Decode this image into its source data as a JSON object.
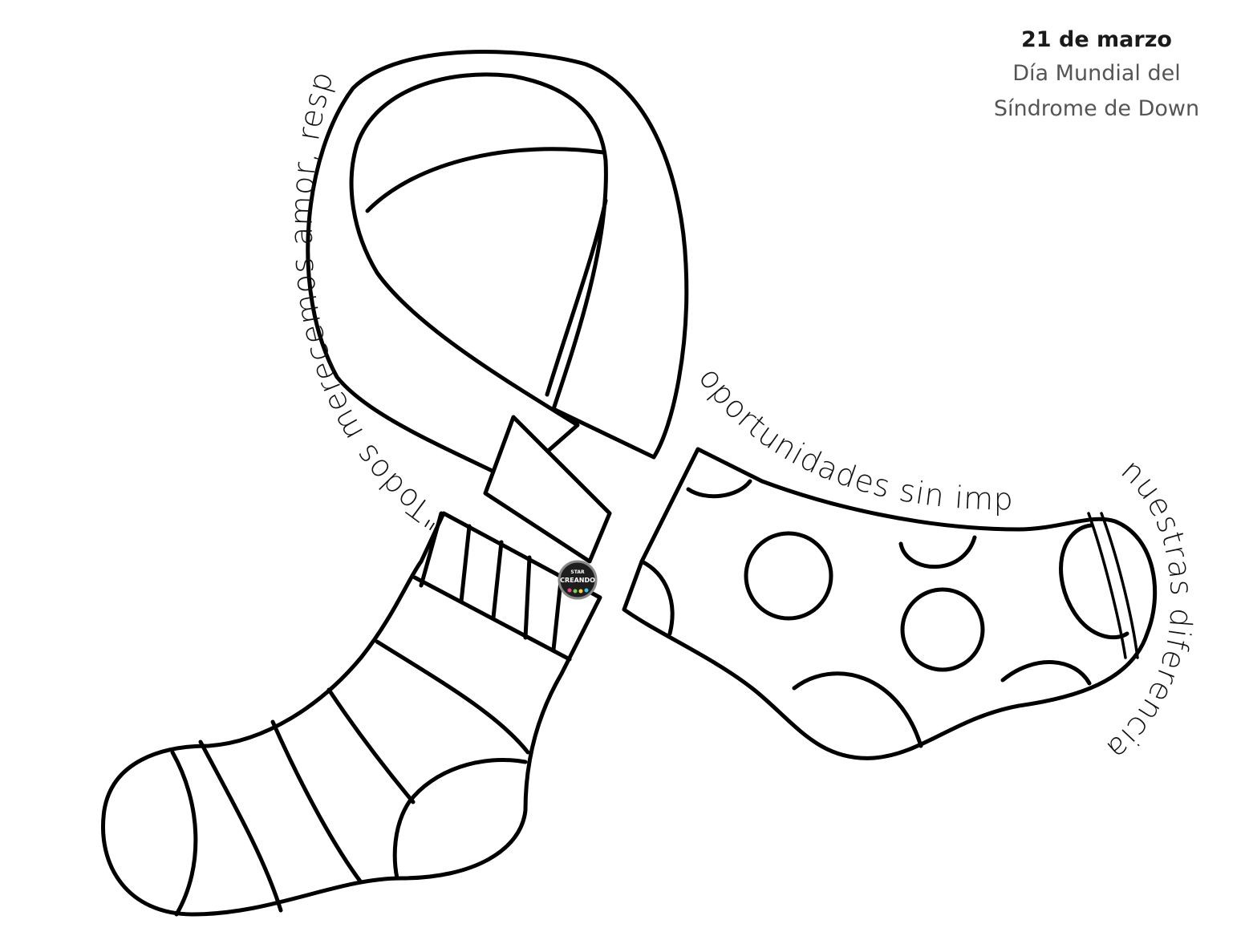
{
  "header": {
    "date": "21 de marzo",
    "line1": "Día Mundial del",
    "line2": "Síndrome de Down"
  },
  "quote": {
    "part1": "\"Todos merecemos amor, respeto",
    "part2": "oportunidades sin importar",
    "part3": "nuestras diferencias.\""
  },
  "logo": {
    "top": "STAR",
    "main": "CREANDO"
  },
  "illustration": {
    "subject": "ribbon of two socks (striped and polka-dot)",
    "icon": "sock-ribbon-icon"
  },
  "colors": {
    "background": "#ffffff",
    "stroke": "#000000",
    "header_date": "#1a1a1a",
    "header_text": "#555555"
  }
}
